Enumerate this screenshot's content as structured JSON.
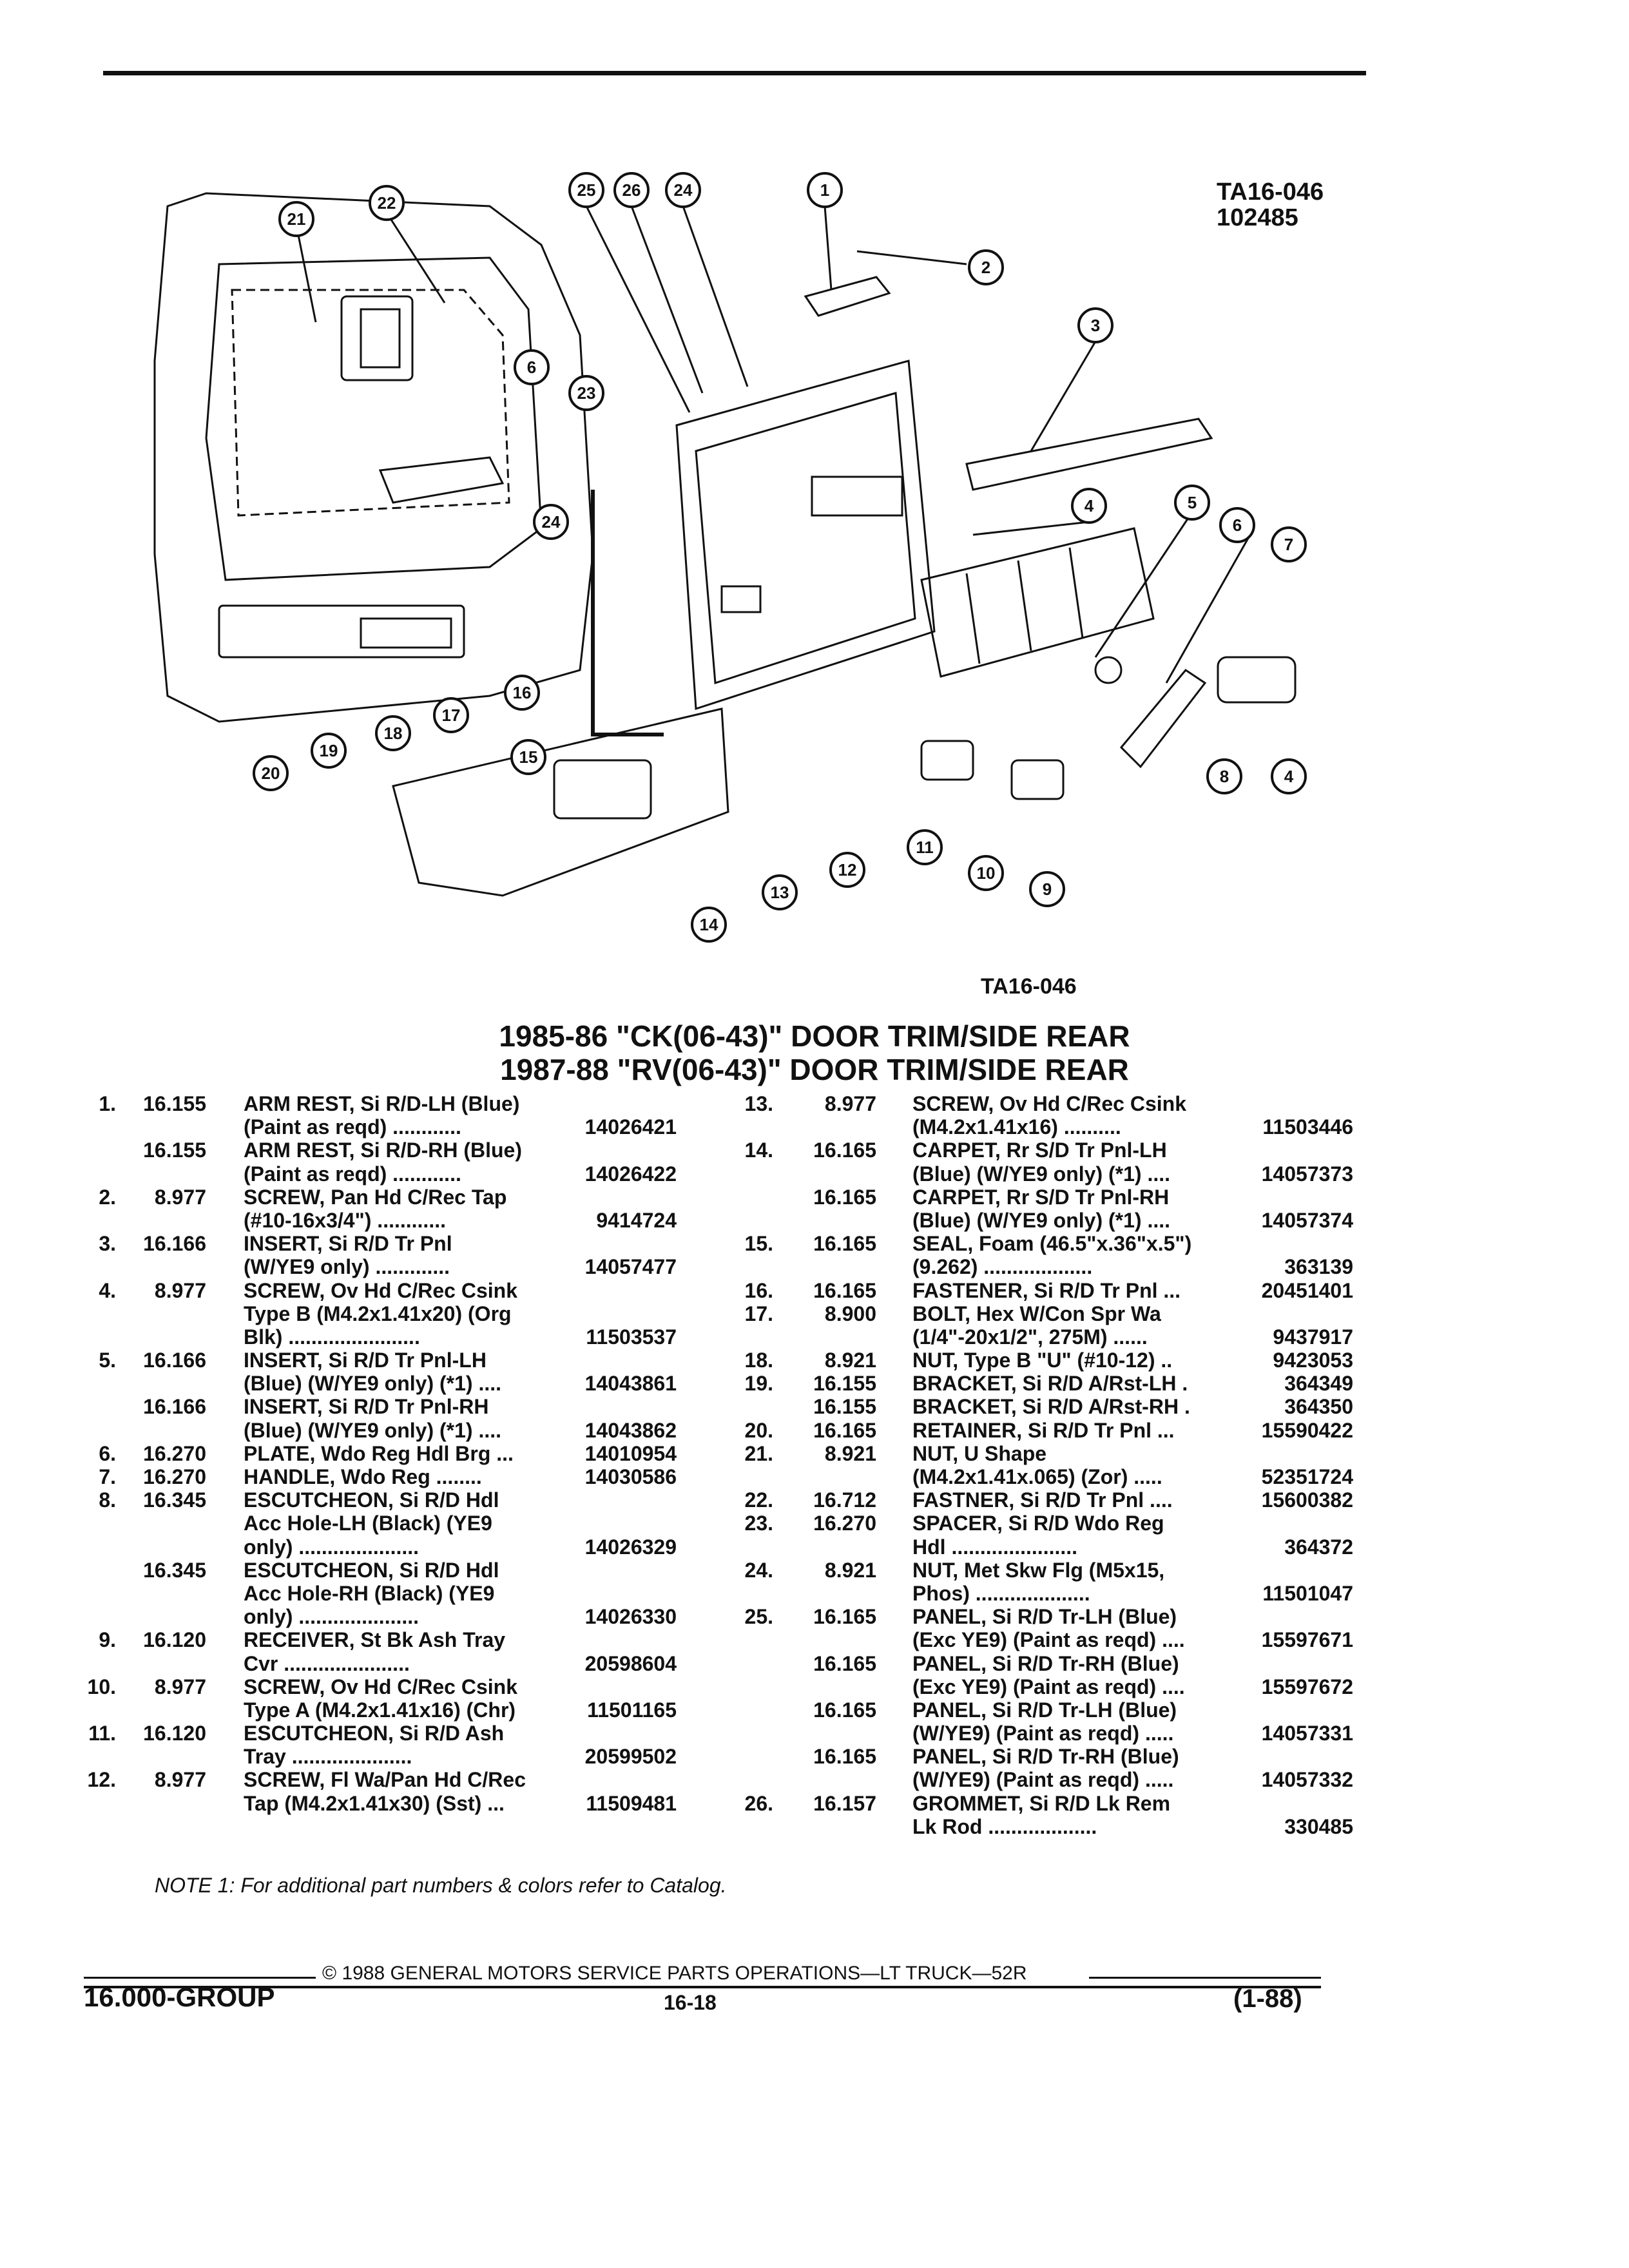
{
  "figure": {
    "id": "TA16-046",
    "date": "102485",
    "caption": "TA16-046"
  },
  "title_lines": [
    "1985-86 \"CK(06-43)\" DOOR TRIM/SIDE REAR",
    "1987-88 \"RV(06-43)\" DOOR TRIM/SIDE REAR"
  ],
  "callouts": [
    "21",
    "22",
    "25",
    "26",
    "24",
    "1",
    "2",
    "3",
    "6",
    "23",
    "24",
    "4",
    "5",
    "6",
    "7",
    "20",
    "19",
    "18",
    "17",
    "16",
    "15",
    "14",
    "13",
    "12",
    "11",
    "10",
    "9",
    "8",
    "4"
  ],
  "parts_left": [
    {
      "num": "1.",
      "grp": "16.155",
      "desc": "ARM REST, Si R/D-LH (Blue)",
      "part": ""
    },
    {
      "num": "",
      "grp": "",
      "desc": "(Paint as reqd) ............",
      "part": "14026421"
    },
    {
      "num": "",
      "grp": "16.155",
      "desc": "ARM REST, Si R/D-RH (Blue)",
      "part": ""
    },
    {
      "num": "",
      "grp": "",
      "desc": "(Paint as reqd) ............",
      "part": "14026422"
    },
    {
      "num": "2.",
      "grp": "8.977",
      "desc": "SCREW, Pan Hd C/Rec Tap",
      "part": ""
    },
    {
      "num": "",
      "grp": "",
      "desc": "(#10-16x3/4\") ............",
      "part": "9414724"
    },
    {
      "num": "3.",
      "grp": "16.166",
      "desc": "INSERT, Si R/D Tr Pnl",
      "part": ""
    },
    {
      "num": "",
      "grp": "",
      "desc": "(W/YE9 only) .............",
      "part": "14057477"
    },
    {
      "num": "4.",
      "grp": "8.977",
      "desc": "SCREW, Ov Hd C/Rec Csink",
      "part": ""
    },
    {
      "num": "",
      "grp": "",
      "desc": "Type B (M4.2x1.41x20) (Org",
      "part": ""
    },
    {
      "num": "",
      "grp": "",
      "desc": "Blk) .......................",
      "part": "11503537"
    },
    {
      "num": "5.",
      "grp": "16.166",
      "desc": "INSERT, Si R/D Tr Pnl-LH",
      "part": ""
    },
    {
      "num": "",
      "grp": "",
      "desc": "(Blue) (W/YE9 only) (*1) ....",
      "part": "14043861"
    },
    {
      "num": "",
      "grp": "16.166",
      "desc": "INSERT, Si R/D Tr Pnl-RH",
      "part": ""
    },
    {
      "num": "",
      "grp": "",
      "desc": "(Blue) (W/YE9 only) (*1) ....",
      "part": "14043862"
    },
    {
      "num": "6.",
      "grp": "16.270",
      "desc": "PLATE, Wdo Reg Hdl Brg ...",
      "part": "14010954"
    },
    {
      "num": "7.",
      "grp": "16.270",
      "desc": "HANDLE, Wdo Reg ........",
      "part": "14030586"
    },
    {
      "num": "8.",
      "grp": "16.345",
      "desc": "ESCUTCHEON, Si R/D Hdl",
      "part": ""
    },
    {
      "num": "",
      "grp": "",
      "desc": "Acc Hole-LH (Black) (YE9",
      "part": ""
    },
    {
      "num": "",
      "grp": "",
      "desc": "only) .....................",
      "part": "14026329"
    },
    {
      "num": "",
      "grp": "16.345",
      "desc": "ESCUTCHEON, Si R/D Hdl",
      "part": ""
    },
    {
      "num": "",
      "grp": "",
      "desc": "Acc Hole-RH (Black) (YE9",
      "part": ""
    },
    {
      "num": "",
      "grp": "",
      "desc": "only) .....................",
      "part": "14026330"
    },
    {
      "num": "9.",
      "grp": "16.120",
      "desc": "RECEIVER, St Bk Ash Tray",
      "part": ""
    },
    {
      "num": "",
      "grp": "",
      "desc": "Cvr ......................",
      "part": "20598604"
    },
    {
      "num": "10.",
      "grp": "8.977",
      "desc": "SCREW, Ov Hd C/Rec Csink",
      "part": ""
    },
    {
      "num": "",
      "grp": "",
      "desc": "Type A (M4.2x1.41x16) (Chr)",
      "part": "11501165"
    },
    {
      "num": "11.",
      "grp": "16.120",
      "desc": "ESCUTCHEON, Si R/D Ash",
      "part": ""
    },
    {
      "num": "",
      "grp": "",
      "desc": "Tray .....................",
      "part": "20599502"
    },
    {
      "num": "12.",
      "grp": "8.977",
      "desc": "SCREW, Fl Wa/Pan Hd C/Rec",
      "part": ""
    },
    {
      "num": "",
      "grp": "",
      "desc": "Tap (M4.2x1.41x30) (Sst) ...",
      "part": "11509481"
    }
  ],
  "parts_right": [
    {
      "num": "13.",
      "grp": "8.977",
      "desc": "SCREW, Ov Hd C/Rec Csink",
      "part": ""
    },
    {
      "num": "",
      "grp": "",
      "desc": "(M4.2x1.41x16) ..........",
      "part": "11503446"
    },
    {
      "num": "14.",
      "grp": "16.165",
      "desc": "CARPET, Rr S/D Tr Pnl-LH",
      "part": ""
    },
    {
      "num": "",
      "grp": "",
      "desc": "(Blue) (W/YE9 only) (*1) ....",
      "part": "14057373"
    },
    {
      "num": "",
      "grp": "16.165",
      "desc": "CARPET, Rr S/D Tr Pnl-RH",
      "part": ""
    },
    {
      "num": "",
      "grp": "",
      "desc": "(Blue) (W/YE9 only) (*1) ....",
      "part": "14057374"
    },
    {
      "num": "15.",
      "grp": "16.165",
      "desc": "SEAL, Foam (46.5\"x.36\"x.5\")",
      "part": ""
    },
    {
      "num": "",
      "grp": "",
      "desc": "(9.262) ...................",
      "part": "363139"
    },
    {
      "num": "16.",
      "grp": "16.165",
      "desc": "FASTENER, Si R/D Tr Pnl ...",
      "part": "20451401"
    },
    {
      "num": "17.",
      "grp": "8.900",
      "desc": "BOLT, Hex W/Con Spr Wa",
      "part": ""
    },
    {
      "num": "",
      "grp": "",
      "desc": "(1/4\"-20x1/2\", 275M) ......",
      "part": "9437917"
    },
    {
      "num": "18.",
      "grp": "8.921",
      "desc": "NUT, Type B \"U\" (#10-12) ..",
      "part": "9423053"
    },
    {
      "num": "19.",
      "grp": "16.155",
      "desc": "BRACKET, Si R/D A/Rst-LH .",
      "part": "364349"
    },
    {
      "num": "",
      "grp": "16.155",
      "desc": "BRACKET, Si R/D A/Rst-RH .",
      "part": "364350"
    },
    {
      "num": "20.",
      "grp": "16.165",
      "desc": "RETAINER, Si R/D Tr Pnl ...",
      "part": "15590422"
    },
    {
      "num": "21.",
      "grp": "8.921",
      "desc": "NUT, U Shape",
      "part": ""
    },
    {
      "num": "",
      "grp": "",
      "desc": "(M4.2x1.41x.065) (Zor) .....",
      "part": "52351724"
    },
    {
      "num": "22.",
      "grp": "16.712",
      "desc": "FASTNER, Si R/D Tr Pnl ....",
      "part": "15600382"
    },
    {
      "num": "23.",
      "grp": "16.270",
      "desc": "SPACER, Si R/D Wdo Reg",
      "part": ""
    },
    {
      "num": "",
      "grp": "",
      "desc": "Hdl ......................",
      "part": "364372"
    },
    {
      "num": "24.",
      "grp": "8.921",
      "desc": "NUT, Met Skw Flg (M5x15,",
      "part": ""
    },
    {
      "num": "",
      "grp": "",
      "desc": "Phos) ....................",
      "part": "11501047"
    },
    {
      "num": "25.",
      "grp": "16.165",
      "desc": "PANEL, Si R/D Tr-LH (Blue)",
      "part": ""
    },
    {
      "num": "",
      "grp": "",
      "desc": "(Exc YE9) (Paint as reqd) ....",
      "part": "15597671"
    },
    {
      "num": "",
      "grp": "16.165",
      "desc": "PANEL, Si R/D Tr-RH (Blue)",
      "part": ""
    },
    {
      "num": "",
      "grp": "",
      "desc": "(Exc YE9) (Paint as reqd) ....",
      "part": "15597672"
    },
    {
      "num": "",
      "grp": "16.165",
      "desc": "PANEL, Si R/D Tr-LH (Blue)",
      "part": ""
    },
    {
      "num": "",
      "grp": "",
      "desc": "(W/YE9) (Paint as reqd) .....",
      "part": "14057331"
    },
    {
      "num": "",
      "grp": "16.165",
      "desc": "PANEL, Si R/D Tr-RH (Blue)",
      "part": ""
    },
    {
      "num": "",
      "grp": "",
      "desc": "(W/YE9) (Paint as reqd) .....",
      "part": "14057332"
    },
    {
      "num": "26.",
      "grp": "16.157",
      "desc": "GROMMET, Si R/D Lk Rem",
      "part": ""
    },
    {
      "num": "",
      "grp": "",
      "desc": "Lk Rod ...................",
      "part": "330485"
    }
  ],
  "note": "NOTE 1: For additional part numbers & colors refer to Catalog.",
  "footer": {
    "copyright": "© 1988 GENERAL MOTORS SERVICE PARTS OPERATIONS—LT TRUCK—52R",
    "group": "16.000-GROUP",
    "page": "16-18",
    "revision": "(1-88)"
  }
}
